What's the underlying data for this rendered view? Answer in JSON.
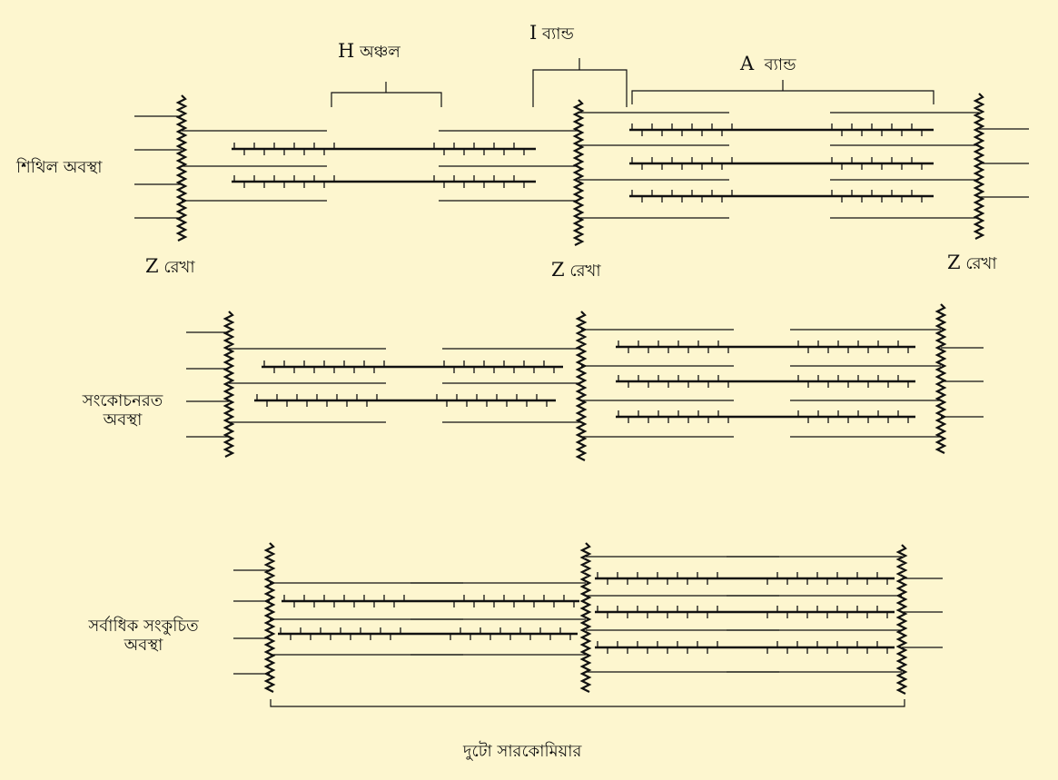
{
  "labels": {
    "h_zone": {
      "letter": "H",
      "text": "অঞ্চল"
    },
    "i_band": {
      "letter": "I",
      "text": "ব্যান্ড"
    },
    "a_band": {
      "letter": "A",
      "text": "ব্যান্ড"
    },
    "z_line": {
      "letter": "Z",
      "text": "রেখা"
    },
    "relaxed_state": "শিথিল অবস্থা",
    "contracting_state": [
      "সংকোচনরত",
      "অবস্থা"
    ],
    "max_contracted_state": [
      "সর্বাধিক সংকুচিত",
      "অবস্থা"
    ],
    "two_sarcomeres": "দুটো সারকোমিয়ার"
  },
  "colors": {
    "background": "#fdf6cf",
    "line": "#111111"
  }
}
